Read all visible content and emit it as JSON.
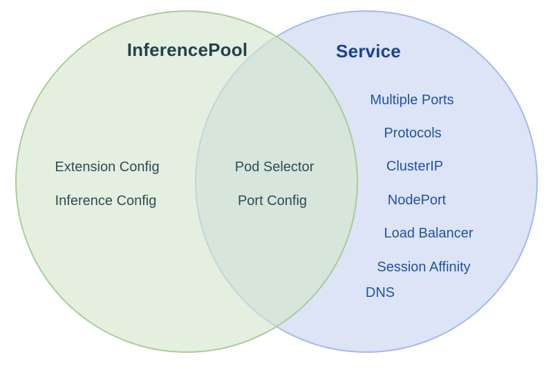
{
  "colors": {
    "background": "#ffffff",
    "green_fill": "#e4efdf",
    "green_overlay": "rgba(212,230,204,0.63)",
    "green_border": "#a9cc97",
    "blue_fill": "#dce4f5",
    "blue_border": "#a3b9ec",
    "teal_title": "#23424b",
    "teal_text": "#2d4d55",
    "navy_title": "#1b4193",
    "blue_text": "#2052a8"
  },
  "venn": {
    "left": {
      "title": "InferencePool",
      "items": [
        "Extension Config",
        "Inference Config"
      ]
    },
    "right": {
      "title": "Service",
      "items": [
        "Multiple Ports",
        "Protocols",
        "ClusterIP",
        "NodePort",
        "Load Balancer",
        "Session Affinity",
        "DNS"
      ]
    },
    "intersection": {
      "items": [
        "Pod Selector",
        "Port Config"
      ]
    }
  }
}
